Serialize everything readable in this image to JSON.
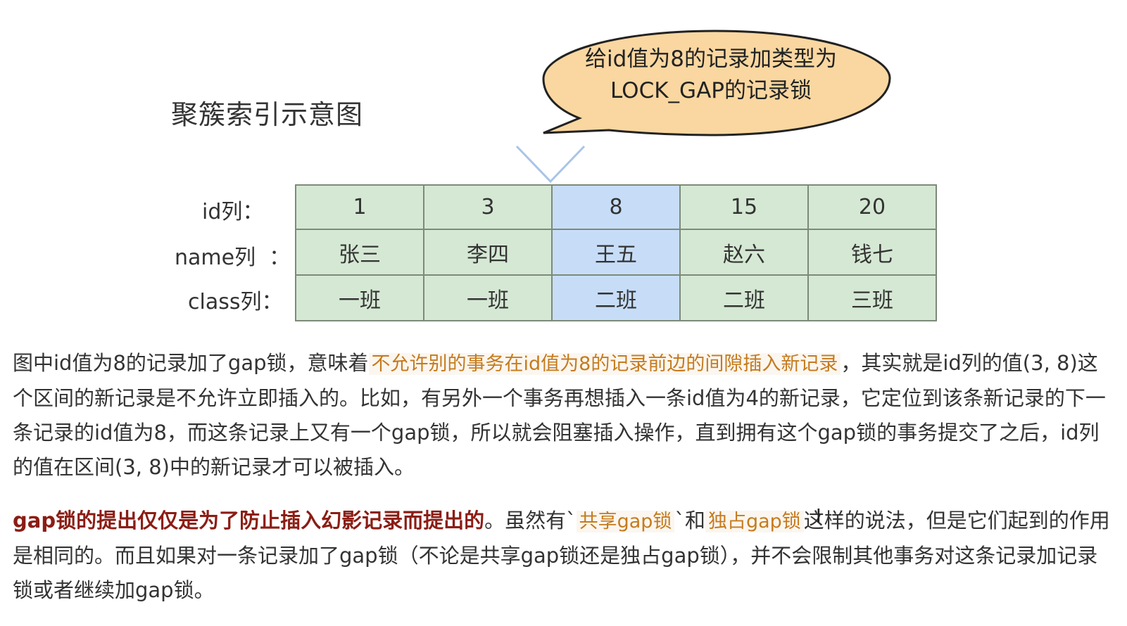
{
  "figure": {
    "title": "聚簇索引示意图",
    "callout_line1": "给id值为8的记录加类型为",
    "callout_line2": "LOCK_GAP的记录锁"
  },
  "table": {
    "row_labels": [
      "id列：",
      "name列  ：",
      "class列："
    ],
    "columns": [
      {
        "id": "1",
        "name": "张三",
        "class": "一班"
      },
      {
        "id": "3",
        "name": "李四",
        "class": "一班"
      },
      {
        "id": "8",
        "name": "王五",
        "class": "二班"
      },
      {
        "id": "15",
        "name": "赵六",
        "class": "二班"
      },
      {
        "id": "20",
        "name": "钱七",
        "class": "三班"
      }
    ],
    "highlighted_id": "8"
  },
  "paragraph1": {
    "text_a": "图中id值为8的记录加了gap锁，意味着",
    "highlight": "不允许别的事务在id值为8的记录前边的间隙插入新记录",
    "text_b": "，其实就是id列的值(3, 8)这个区间的新记录是不允许立即插入的。比如，有另外一个事务再想插入一条id值为4的新记录，它定位到该条新记录的下一条记录的id值为8，而这条记录上又有一个gap锁，所以就会阻塞插入操作，直到拥有这个gap锁的事务提交了之后，id列的值在区间(3, 8)中的新记录才可以被插入。"
  },
  "paragraph2": {
    "strong": "gap锁的提出仅仅是为了防止插入幻影记录而提出的",
    "text_a": "。虽然有`",
    "code1": "共享gap锁",
    "text_b": "`和",
    "code2": "独占gap锁",
    "text_c": "这样的说法，但是它们起到的作用是相同的。而且如果对一条记录加了gap锁（不论是共享gap锁还是独占gap锁），并不会限制其他事务对这条记录加记录锁或者继续加gap锁。"
  },
  "colors": {
    "cell_green": "#d5e8d4",
    "cell_blue": "#c7ddf7",
    "bubble_fill": "#fad7a0",
    "highlight_text": "#c57b1e",
    "strong_text": "#8b1d14"
  }
}
